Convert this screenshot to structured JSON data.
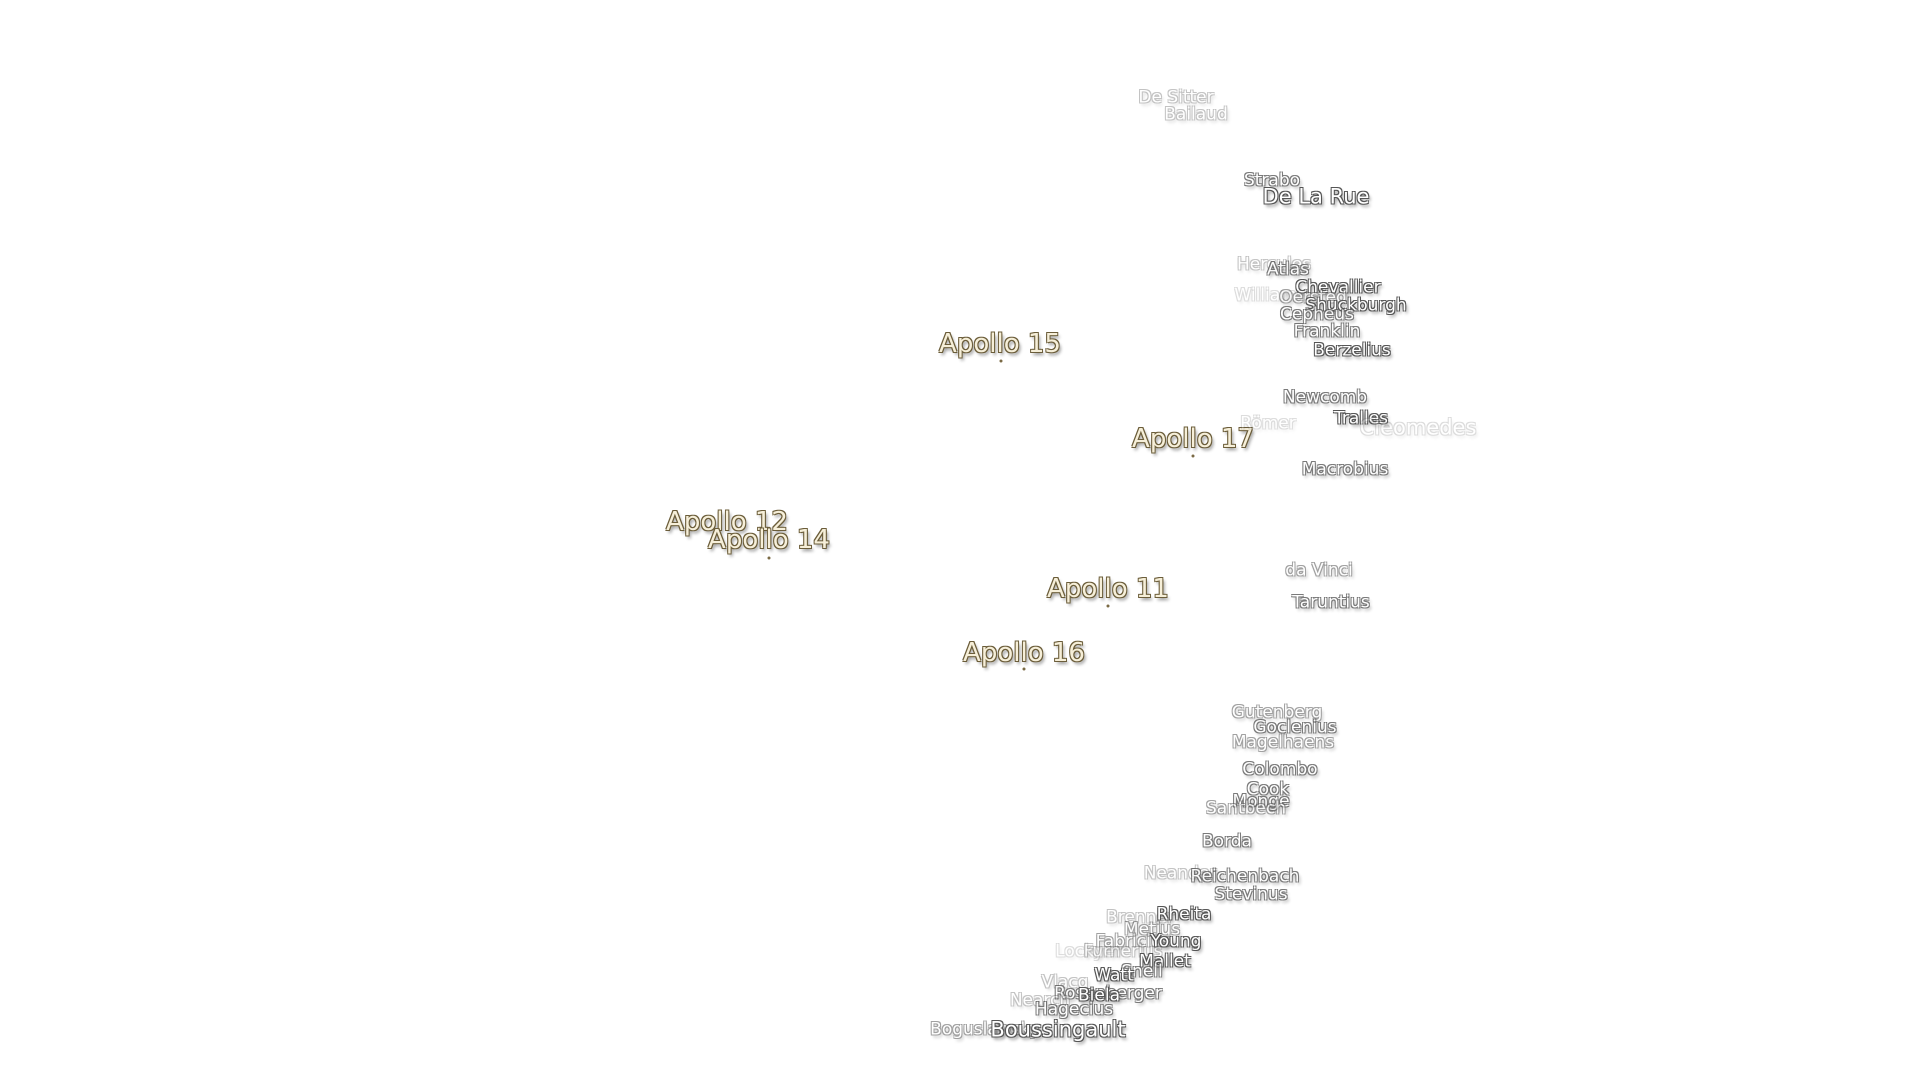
{
  "map": {
    "apollo_sites": [
      {
        "key": "apollo-15",
        "label": "Apollo 15"
      },
      {
        "key": "apollo-17",
        "label": "Apollo 17"
      },
      {
        "key": "apollo-12",
        "label": "Apollo 12"
      },
      {
        "key": "apollo-14",
        "label": "Apollo 14"
      },
      {
        "key": "apollo-11",
        "label": "Apollo 11"
      },
      {
        "key": "apollo-16",
        "label": "Apollo 16"
      }
    ],
    "features": [
      {
        "key": "de-sitter",
        "label": "De Sitter"
      },
      {
        "key": "bailaud",
        "label": "Bailaud"
      },
      {
        "key": "strabo",
        "label": "Strabo"
      },
      {
        "key": "de-la-rue",
        "label": "De La Rue"
      },
      {
        "key": "hercules",
        "label": "Hercules"
      },
      {
        "key": "atlas",
        "label": "Atlas"
      },
      {
        "key": "chevallier",
        "label": "Chevallier"
      },
      {
        "key": "williams",
        "label": "Williams"
      },
      {
        "key": "oersted",
        "label": "Oersted"
      },
      {
        "key": "shuckburgh",
        "label": "Shuckburgh"
      },
      {
        "key": "cepheus",
        "label": "Cepheus"
      },
      {
        "key": "franklin",
        "label": "Franklin"
      },
      {
        "key": "berzelius",
        "label": "Berzelius"
      },
      {
        "key": "newcomb",
        "label": "Newcomb"
      },
      {
        "key": "tralles",
        "label": "Tralles"
      },
      {
        "key": "romer",
        "label": "Römer"
      },
      {
        "key": "cleomedes",
        "label": "Cleomedes"
      },
      {
        "key": "macrobius",
        "label": "Macrobius"
      },
      {
        "key": "da-vinci",
        "label": "da Vinci"
      },
      {
        "key": "taruntius",
        "label": "Taruntius"
      },
      {
        "key": "gutenberg",
        "label": "Gutenberg"
      },
      {
        "key": "goclenius",
        "label": "Goclenius"
      },
      {
        "key": "magelhaens",
        "label": "Magelhaens"
      },
      {
        "key": "colombo",
        "label": "Colombo"
      },
      {
        "key": "cook",
        "label": "Cook"
      },
      {
        "key": "monge",
        "label": "Monge"
      },
      {
        "key": "santbech",
        "label": "Santbech"
      },
      {
        "key": "borda",
        "label": "Borda"
      },
      {
        "key": "neander",
        "label": "Neander"
      },
      {
        "key": "reichenbach",
        "label": "Reichenbach"
      },
      {
        "key": "stevinus",
        "label": "Stevinus"
      },
      {
        "key": "brenner",
        "label": "Brenner"
      },
      {
        "key": "rheita",
        "label": "Rheita"
      },
      {
        "key": "metius",
        "label": "Metius"
      },
      {
        "key": "fabricius",
        "label": "Fabricius"
      },
      {
        "key": "young",
        "label": "Young"
      },
      {
        "key": "lockyer",
        "label": "Lockyer"
      },
      {
        "key": "furnerius",
        "label": "Furnerius"
      },
      {
        "key": "mallet",
        "label": "Mallet"
      },
      {
        "key": "stiborius",
        "label": "Snell"
      },
      {
        "key": "watt",
        "label": "Watt"
      },
      {
        "key": "vlacq",
        "label": "Vlacq"
      },
      {
        "key": "rosenberger",
        "label": "Rosenberger"
      },
      {
        "key": "biela",
        "label": "Biela"
      },
      {
        "key": "nearch",
        "label": "Nearch"
      },
      {
        "key": "hagecius",
        "label": "Hagecius"
      },
      {
        "key": "boguslawsky",
        "label": "Boguslawsky"
      },
      {
        "key": "boussingault",
        "label": "Boussingault"
      }
    ]
  }
}
